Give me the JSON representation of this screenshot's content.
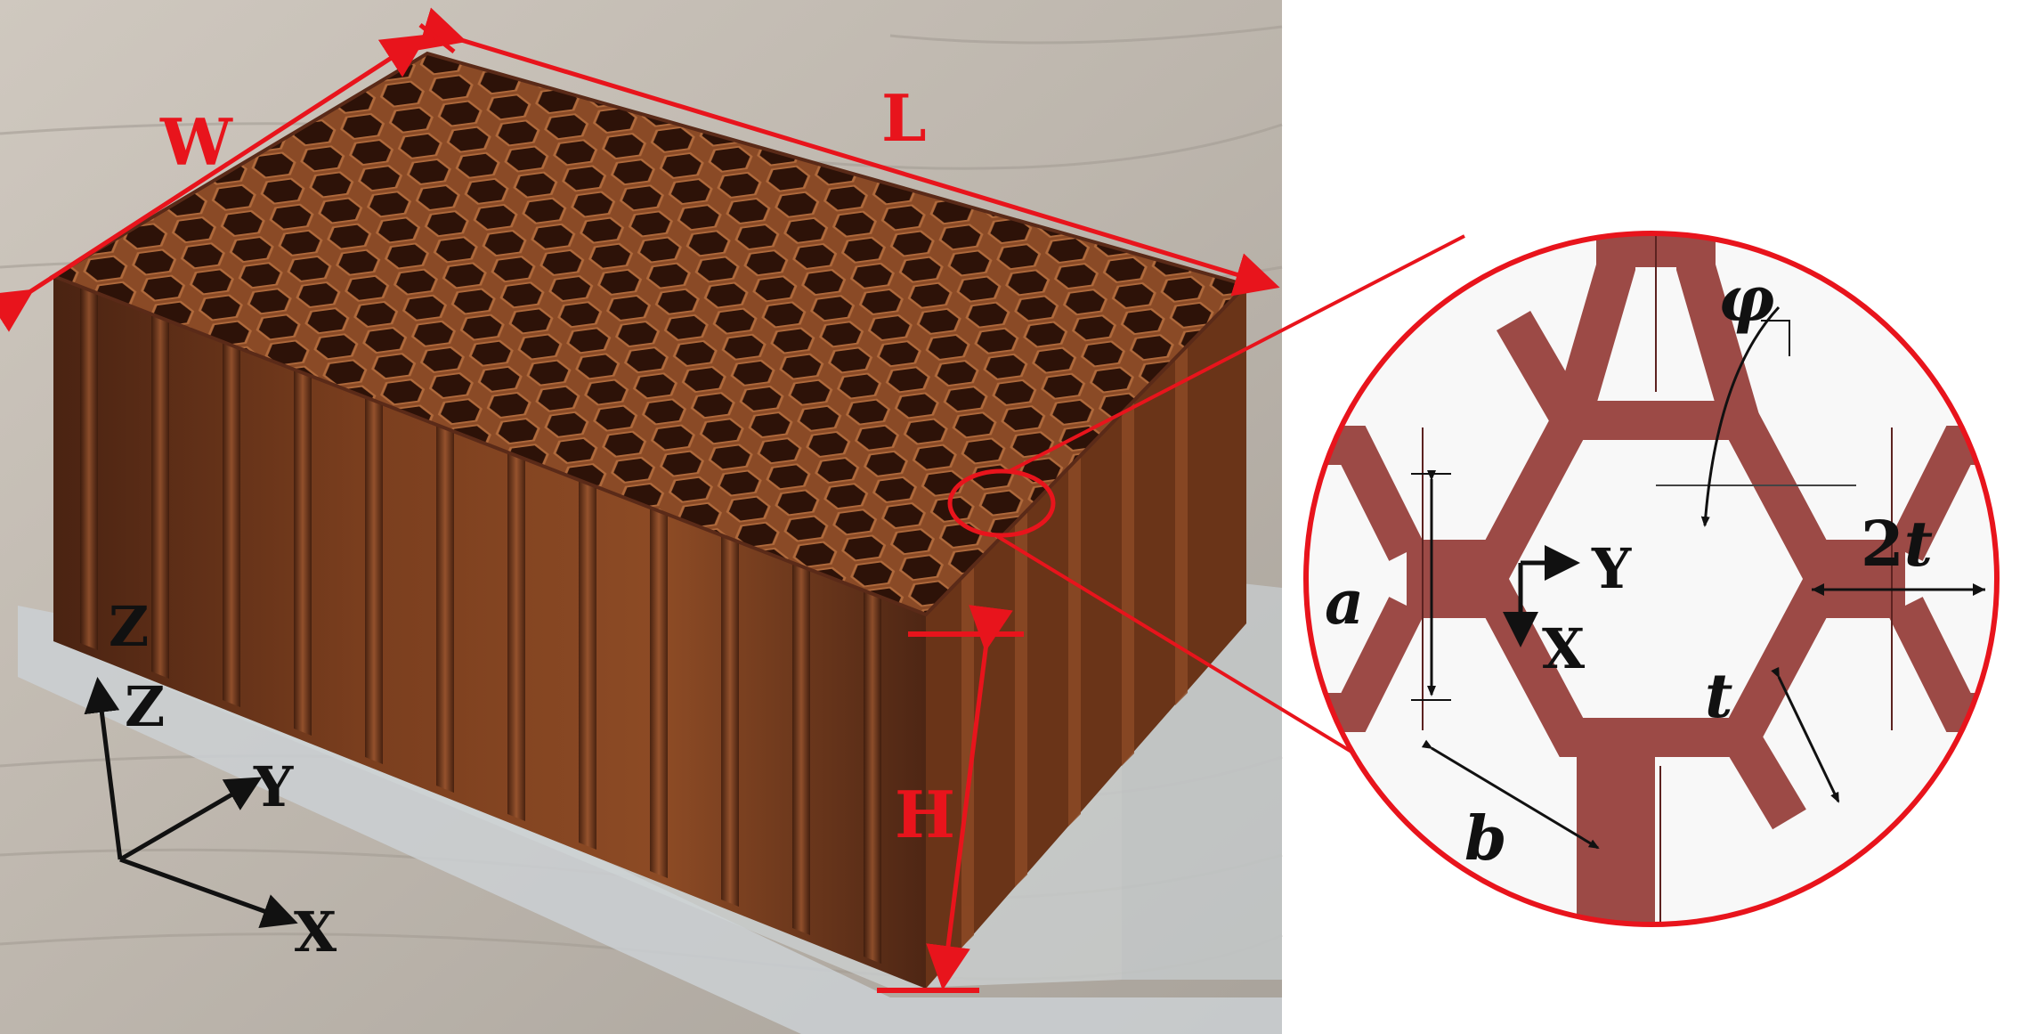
{
  "photo": {
    "dimension_labels": {
      "width": "W",
      "length": "L",
      "height": "H"
    },
    "axis_labels": {
      "z_top": "Z",
      "z": "Z",
      "y": "Y",
      "x": "X"
    }
  },
  "detail": {
    "angle_label": "φ",
    "wall_double_label": "2t",
    "wall_label": "t",
    "edge_a_label": "a",
    "edge_b_label": "b",
    "axis_y_label": "Y",
    "axis_x_label": "X"
  },
  "colors": {
    "annotation_red": "#e8141c",
    "honeycomb_wall": "#9c4a46",
    "honeycomb_dark": "#5a2a18",
    "honeycomb_light": "#8b4a26"
  }
}
